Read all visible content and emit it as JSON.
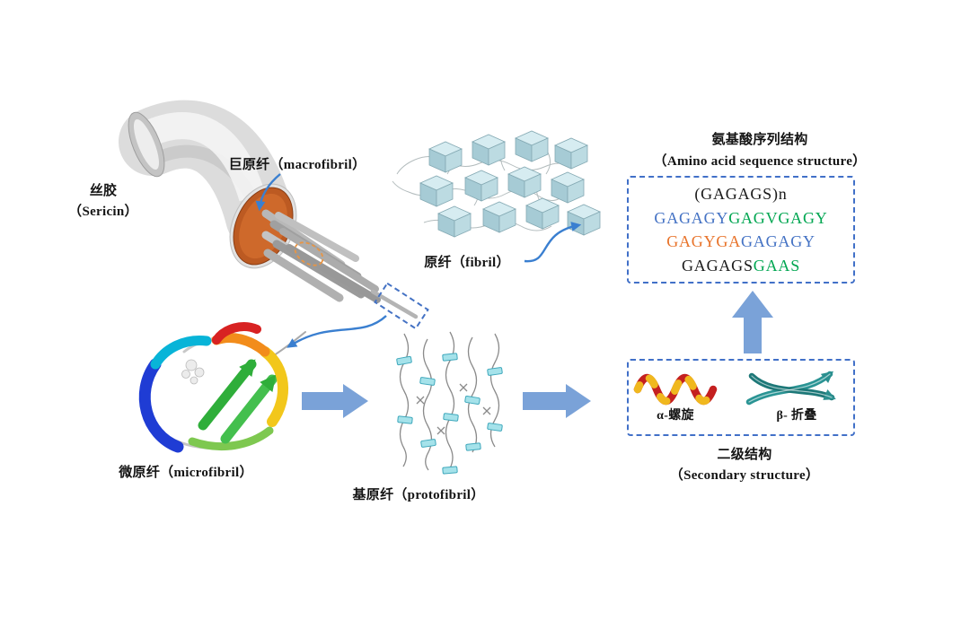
{
  "labels": {
    "sericin_zh": "丝胶",
    "sericin_en": "（Sericin）",
    "macrofibril": "巨原纤（macrofibril）",
    "fibril": "原纤（fibril）",
    "microfibril": "微原纤（microfibril）",
    "protofibril": "基原纤（protofibril）"
  },
  "amino_acid_box": {
    "title_zh": "氨基酸序列结构",
    "title_en": "（Amino acid sequence structure）",
    "sequences": [
      {
        "segments": [
          {
            "text": "(GAGAGS)n",
            "color": "#1a1a1a"
          }
        ]
      },
      {
        "segments": [
          {
            "text": "GAGAGY",
            "color": "#4472c4"
          },
          {
            "text": "GAGVGAGY",
            "color": "#00a651"
          }
        ]
      },
      {
        "segments": [
          {
            "text": "GAGYGA",
            "color": "#e8732a"
          },
          {
            "text": "GAGAGY",
            "color": "#4472c4"
          }
        ]
      },
      {
        "segments": [
          {
            "text": "GAGAGS",
            "color": "#1a1a1a"
          },
          {
            "text": "GAAS",
            "color": "#00a651"
          }
        ]
      }
    ]
  },
  "secondary_box": {
    "alpha_label": "α-螺旋",
    "beta_label": "β- 折叠",
    "title_zh": "二级结构",
    "title_en": "（Secondary structure）"
  },
  "colors": {
    "flow_arrow": "#7aa2d8",
    "connector_arrow": "#3a7fd0",
    "dashed_border": "#4170c8",
    "cube_fill": "#bcdbe2",
    "fiber_cut_orange": "#bc5a22",
    "helix_red": "#c42020",
    "helix_yellow": "#f0b81e",
    "beta_teal": "#2a9494",
    "protofibril_cyan": "#a5e2ea"
  }
}
